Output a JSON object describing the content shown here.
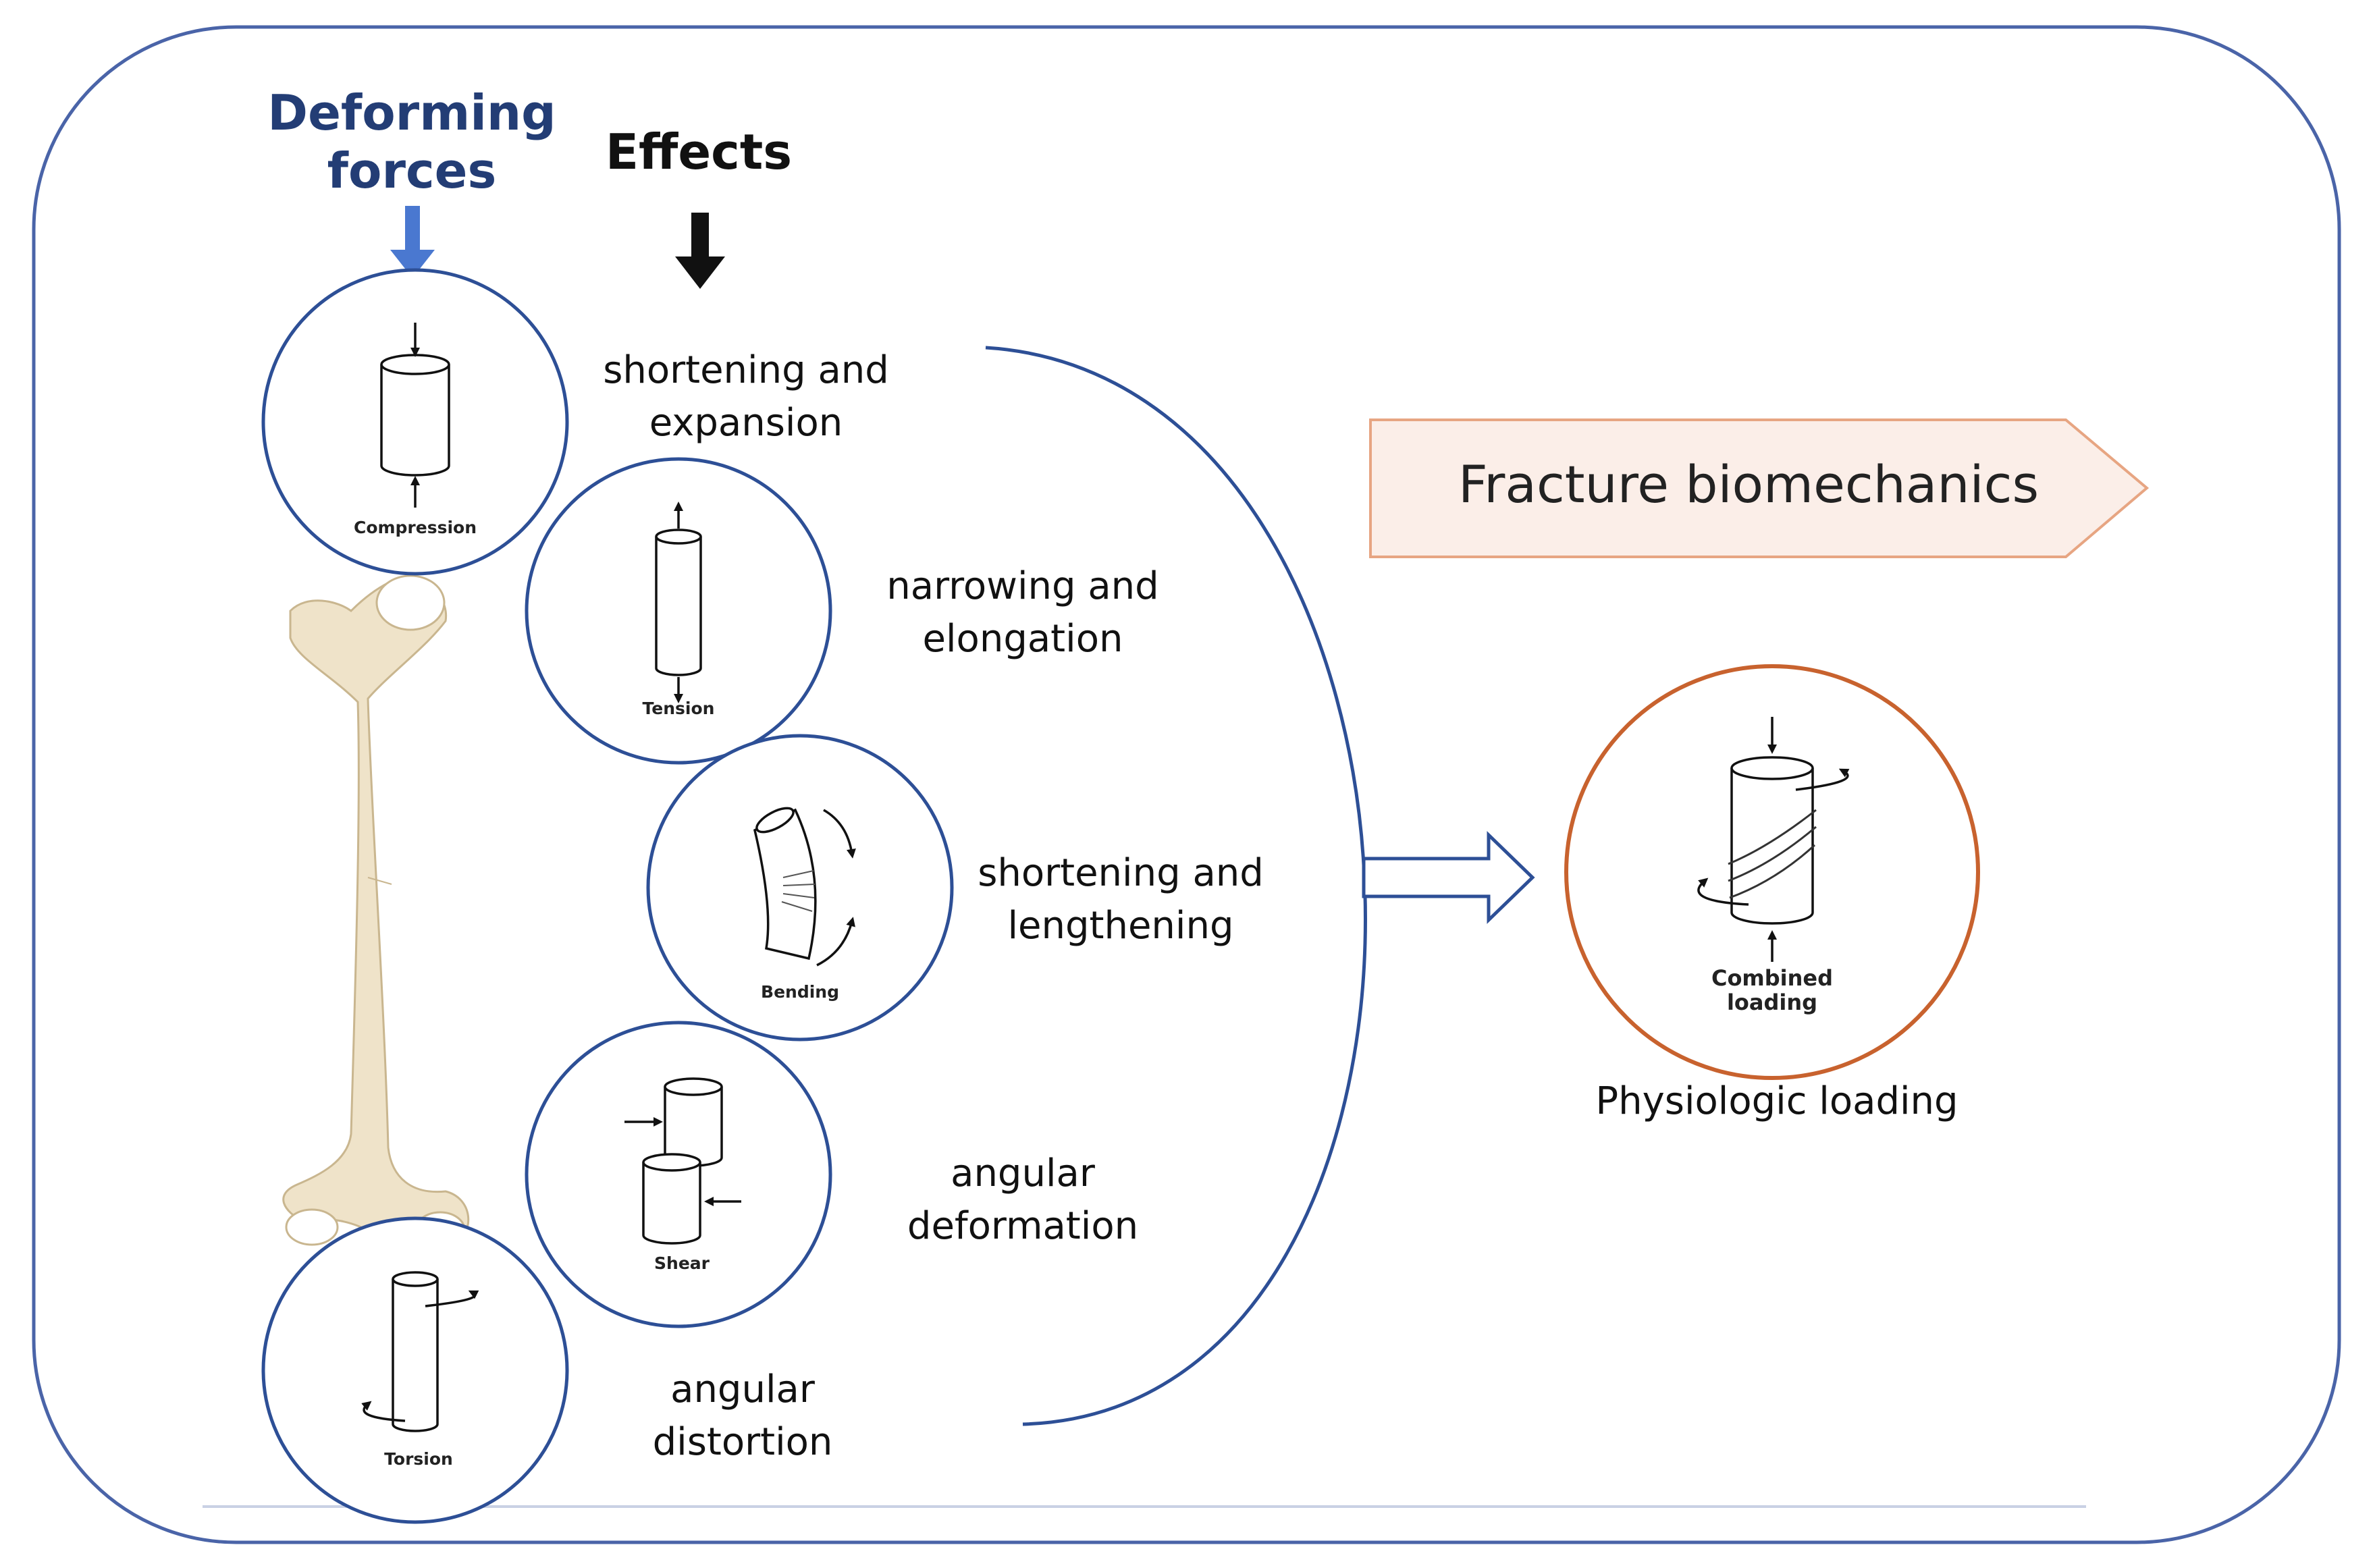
{
  "header": {
    "deforming_line1": "Deforming",
    "deforming_line2": "forces",
    "effects": "Effects"
  },
  "forces": [
    {
      "caption": "Compression",
      "effect_line1": "shortening and",
      "effect_line2": "expansion"
    },
    {
      "caption": "Tension",
      "effect_line1": "narrowing and",
      "effect_line2": "elongation"
    },
    {
      "caption": "Bending",
      "effect_line1": "shortening and",
      "effect_line2": "lengthening"
    },
    {
      "caption": "Shear",
      "effect_line1": "angular",
      "effect_line2": "deformation"
    },
    {
      "caption": "Torsion",
      "effect_line1": "angular",
      "effect_line2": "distortion"
    }
  ],
  "banner": {
    "title": "Fracture biomechanics"
  },
  "combined": {
    "caption_line1": "Combined",
    "caption_line2": "loading",
    "label": "Physiologic loading"
  },
  "colors": {
    "frame": "#4a64a8",
    "deforming_text": "#233d75",
    "deforming_arrow": "#4a78d0",
    "ring": "#2d4f96",
    "combined_ring": "#c8622e",
    "banner_fill": "#fbeee8",
    "banner_stroke": "#e7a582",
    "bone_fill": "#efe3c9"
  }
}
